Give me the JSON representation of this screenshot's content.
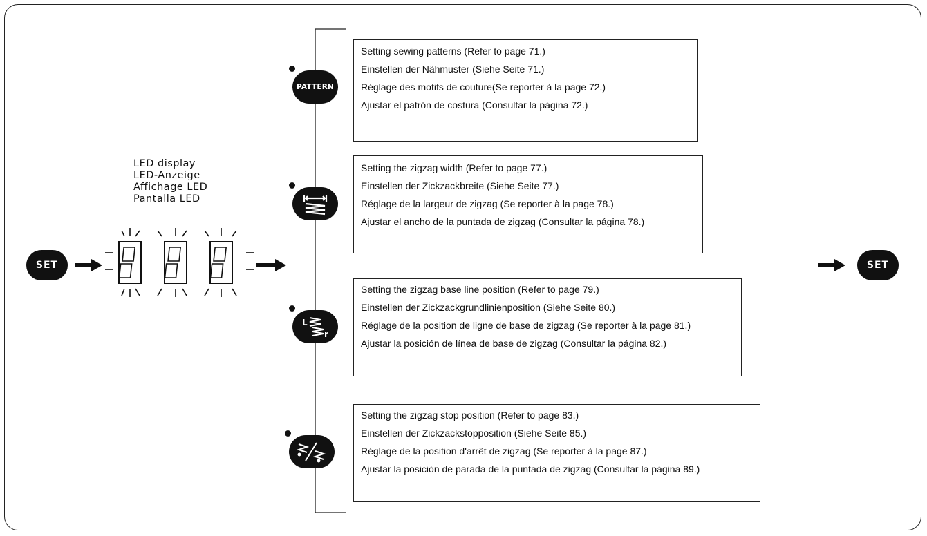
{
  "led_display": {
    "labels": [
      "LED display",
      "LED-Anzeige",
      "Affichage LED",
      "Pantalla LED"
    ]
  },
  "buttons": {
    "set_left": "SET",
    "set_right": "SET",
    "pattern": "PATTERN"
  },
  "icons": {
    "zigzag_width": "zigzag-width-icon",
    "base_line": "base-line-position-icon",
    "stop_position": "stop-position-icon",
    "base_line_left_letter": "L",
    "base_line_right_letter": "r"
  },
  "settings": [
    {
      "lines": [
        "Setting sewing patterns (Refer to page 71.)",
        "Einstellen der Nähmuster (Siehe Seite 71.)",
        "Réglage des motifs de couture(Se reporter à la page 72.)",
        "Ajustar el patrón de costura (Consultar la página 72.)"
      ]
    },
    {
      "lines": [
        "Setting the zigzag width (Refer to page 77.)",
        "Einstellen der Zickzackbreite (Siehe Seite 77.)",
        "Réglage de la largeur de zigzag (Se reporter à la page 78.)",
        "Ajustar el ancho de la puntada de zigzag (Consultar la página 78.)"
      ]
    },
    {
      "lines": [
        "Setting the zigzag  base line position (Refer to page 79.)",
        "Einstellen der Zickzackgrundlinienposition (Siehe Seite 80.)",
        "Réglage de la position de ligne de base de zigzag (Se reporter à la page 81.)",
        "Ajustar la posición de línea de base de zigzag (Consultar la página 82.)"
      ]
    },
    {
      "lines": [
        "Setting the zigzag stop position (Refer to page 83.)",
        "Einstellen der Zickzackstopposition (Siehe Seite 85.)",
        "Réglage de la position d'arrêt de zigzag (Se reporter à la page 87.)",
        "Ajustar la posición de parada de la puntada de zigzag (Consultar la página 89.)"
      ]
    }
  ]
}
